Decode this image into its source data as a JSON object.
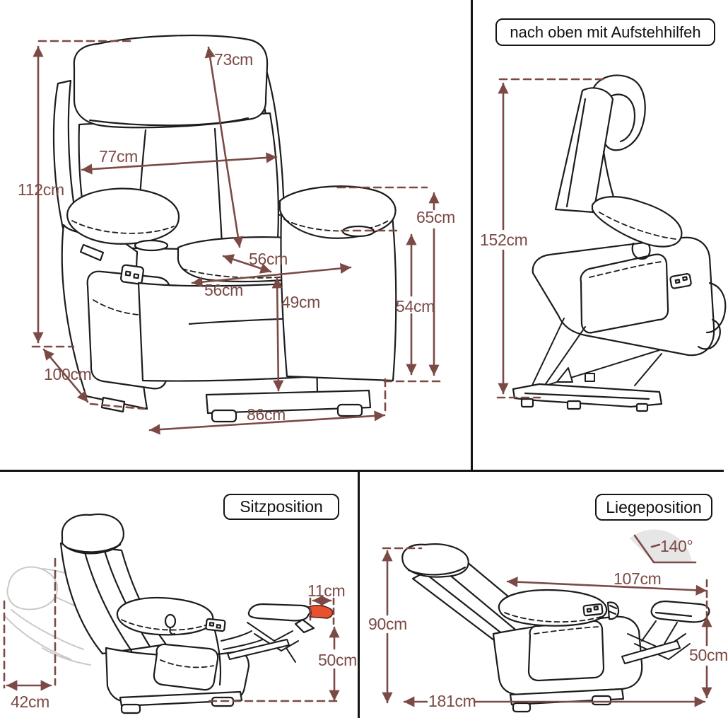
{
  "colors": {
    "dimension_line": "#7b4a45",
    "chair_line": "#1c1c1c",
    "footrest_highlight": "#e8512e",
    "ghost_outline": "#c9c9c9",
    "angle_wedge": "#e6e6e6"
  },
  "front_view": {
    "dims": {
      "back_diagonal": "73cm",
      "back_width": "77cm",
      "total_height": "112cm",
      "armrest_height": "65cm",
      "arm_top_to_floor": "54cm",
      "seat_depth": "56cm",
      "seat_width": "56cm",
      "seat_front_height": "49cm",
      "overall_depth": "100cm",
      "base_width": "86cm"
    }
  },
  "lift_view": {
    "title": "nach oben mit Aufstehhilfeh",
    "dims": {
      "total_height": "152cm"
    }
  },
  "sit_view": {
    "title": "Sitzposition",
    "dims": {
      "backrest_offset": "42cm",
      "footrest_tip_length": "11cm",
      "footrest_height": "50cm"
    }
  },
  "recline_view": {
    "title": "Liegeposition",
    "dims": {
      "recline_angle": "140°",
      "backrest_to_footrest": "107cm",
      "backrest_height": "90cm",
      "footrest_height": "50cm",
      "total_length": "181cm"
    }
  }
}
